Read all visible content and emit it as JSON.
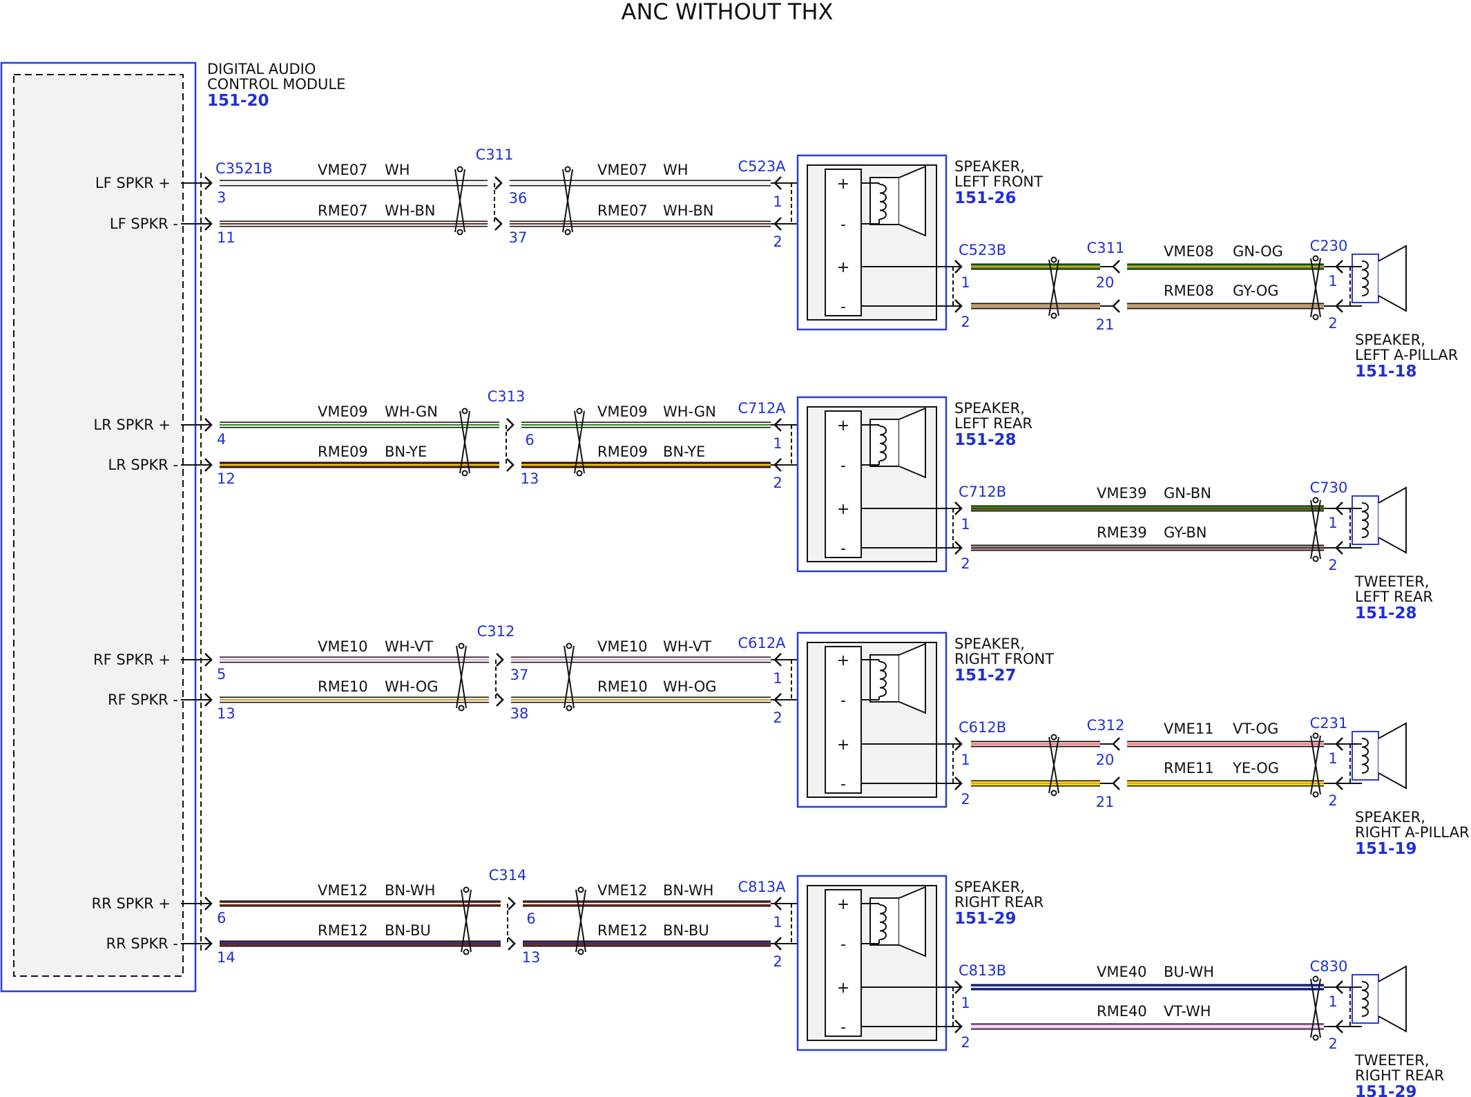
{
  "title": "ANC WITHOUT THX",
  "colors": {
    "module_border": "#2a3bd6",
    "label_blue": "#1f2fd6",
    "WH": "#f2f2f2",
    "BN": "#7a2a1a",
    "GN": "#2f8f1e",
    "YE": "#f5e100",
    "OG": "#f39a1e",
    "GY": "#9a9a9a",
    "VT": "#e8a6e8",
    "BU": "#1a2fc0"
  },
  "module": {
    "name_line1": "DIGITAL AUDIO",
    "name_line2": "CONTROL MODULE",
    "ref": "151-20",
    "connector": "C3521B"
  },
  "channels": [
    {
      "pos_label": "LF SPKR +",
      "neg_label": "LF SPKR -",
      "module_pins": [
        "3",
        "11"
      ],
      "inline": {
        "name": "C311",
        "pins": [
          "36",
          "37"
        ]
      },
      "speaker_connector": "C523A",
      "speaker_pins": [
        "1",
        "2"
      ],
      "wires": [
        {
          "circuit": "VME07",
          "color_code": "WH",
          "base": "WH",
          "stripe": "WH"
        },
        {
          "circuit": "RME07",
          "color_code": "WH-BN",
          "base": "WH",
          "stripe": "BN"
        }
      ],
      "speaker": {
        "line1": "SPEAKER,",
        "line2": "LEFT FRONT",
        "ref": "151-26"
      },
      "out": {
        "connector": "C523B",
        "pins": [
          "1",
          "2"
        ],
        "inline": {
          "name": "C311",
          "pins": [
            "20",
            "21"
          ]
        },
        "wires": [
          {
            "circuit": "VME08",
            "color_code": "GN-OG",
            "base": "GN",
            "stripe": "OG"
          },
          {
            "circuit": "RME08",
            "color_code": "GY-OG",
            "base": "GY",
            "stripe": "OG"
          }
        ],
        "tw_connector": "C230",
        "tw_pins": [
          "1",
          "2"
        ],
        "tw_line1": "SPEAKER,",
        "tw_line2": "LEFT A-PILLAR",
        "tw_ref": "151-18"
      }
    },
    {
      "pos_label": "LR SPKR +",
      "neg_label": "LR SPKR -",
      "module_pins": [
        "4",
        "12"
      ],
      "inline": {
        "name": "C313",
        "pins": [
          "6",
          "13"
        ]
      },
      "speaker_connector": "C712A",
      "speaker_pins": [
        "1",
        "2"
      ],
      "wires": [
        {
          "circuit": "VME09",
          "color_code": "WH-GN",
          "base": "WH",
          "stripe": "GN"
        },
        {
          "circuit": "RME09",
          "color_code": "BN-YE",
          "base": "BN",
          "stripe": "YE"
        }
      ],
      "speaker": {
        "line1": "SPEAKER,",
        "line2": "LEFT REAR",
        "ref": "151-28"
      },
      "out": {
        "connector": "C712B",
        "pins": [
          "1",
          "2"
        ],
        "inline": null,
        "wires": [
          {
            "circuit": "VME39",
            "color_code": "GN-BN",
            "base": "GN",
            "stripe": "BN"
          },
          {
            "circuit": "RME39",
            "color_code": "GY-BN",
            "base": "GY",
            "stripe": "BN"
          }
        ],
        "tw_connector": "C730",
        "tw_pins": [
          "1",
          "2"
        ],
        "tw_line1": "TWEETER,",
        "tw_line2": "LEFT REAR",
        "tw_ref": "151-28"
      }
    },
    {
      "pos_label": "RF SPKR +",
      "neg_label": "RF SPKR -",
      "module_pins": [
        "5",
        "13"
      ],
      "inline": {
        "name": "C312",
        "pins": [
          "37",
          "38"
        ]
      },
      "speaker_connector": "C612A",
      "speaker_pins": [
        "1",
        "2"
      ],
      "wires": [
        {
          "circuit": "VME10",
          "color_code": "WH-VT",
          "base": "WH",
          "stripe": "VT"
        },
        {
          "circuit": "RME10",
          "color_code": "WH-OG",
          "base": "WH",
          "stripe": "OG"
        }
      ],
      "speaker": {
        "line1": "SPEAKER,",
        "line2": "RIGHT FRONT",
        "ref": "151-27"
      },
      "out": {
        "connector": "C612B",
        "pins": [
          "1",
          "2"
        ],
        "inline": {
          "name": "C312",
          "pins": [
            "20",
            "21"
          ]
        },
        "wires": [
          {
            "circuit": "VME11",
            "color_code": "VT-OG",
            "base": "VT",
            "stripe": "OG"
          },
          {
            "circuit": "RME11",
            "color_code": "YE-OG",
            "base": "YE",
            "stripe": "OG"
          }
        ],
        "tw_connector": "C231",
        "tw_pins": [
          "1",
          "2"
        ],
        "tw_line1": "SPEAKER,",
        "tw_line2": "RIGHT A-PILLAR",
        "tw_ref": "151-19"
      }
    },
    {
      "pos_label": "RR SPKR +",
      "neg_label": "RR SPKR -",
      "module_pins": [
        "6",
        "14"
      ],
      "inline": {
        "name": "C314",
        "pins": [
          "6",
          "13"
        ]
      },
      "speaker_connector": "C813A",
      "speaker_pins": [
        "1",
        "2"
      ],
      "wires": [
        {
          "circuit": "VME12",
          "color_code": "BN-WH",
          "base": "BN",
          "stripe": "WH"
        },
        {
          "circuit": "RME12",
          "color_code": "BN-BU",
          "base": "BN",
          "stripe": "BU"
        }
      ],
      "speaker": {
        "line1": "SPEAKER,",
        "line2": "RIGHT REAR",
        "ref": "151-29"
      },
      "out": {
        "connector": "C813B",
        "pins": [
          "1",
          "2"
        ],
        "inline": null,
        "wires": [
          {
            "circuit": "VME40",
            "color_code": "BU-WH",
            "base": "BU",
            "stripe": "WH"
          },
          {
            "circuit": "RME40",
            "color_code": "VT-WH",
            "base": "VT",
            "stripe": "WH"
          }
        ],
        "tw_connector": "C830",
        "tw_pins": [
          "1",
          "2"
        ],
        "tw_line1": "TWEETER,",
        "tw_line2": "RIGHT REAR",
        "tw_ref": "151-29"
      }
    }
  ]
}
